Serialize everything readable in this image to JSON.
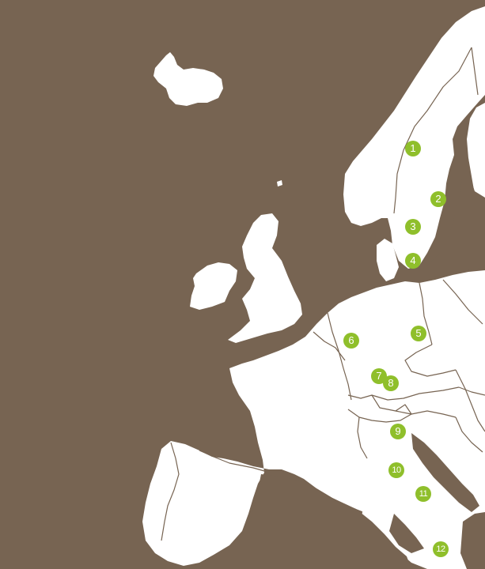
{
  "map": {
    "background_color": "#776452",
    "land_color": "#ffffff",
    "border_color": "#776452",
    "marker_color": "#8fbf2b",
    "markers": [
      {
        "label": "1"
      },
      {
        "label": "2"
      },
      {
        "label": "3"
      },
      {
        "label": "4"
      },
      {
        "label": "5"
      },
      {
        "label": "6"
      },
      {
        "label": "7"
      },
      {
        "label": "8"
      },
      {
        "label": "9"
      },
      {
        "label": "10"
      },
      {
        "label": "11"
      },
      {
        "label": "12"
      }
    ]
  }
}
